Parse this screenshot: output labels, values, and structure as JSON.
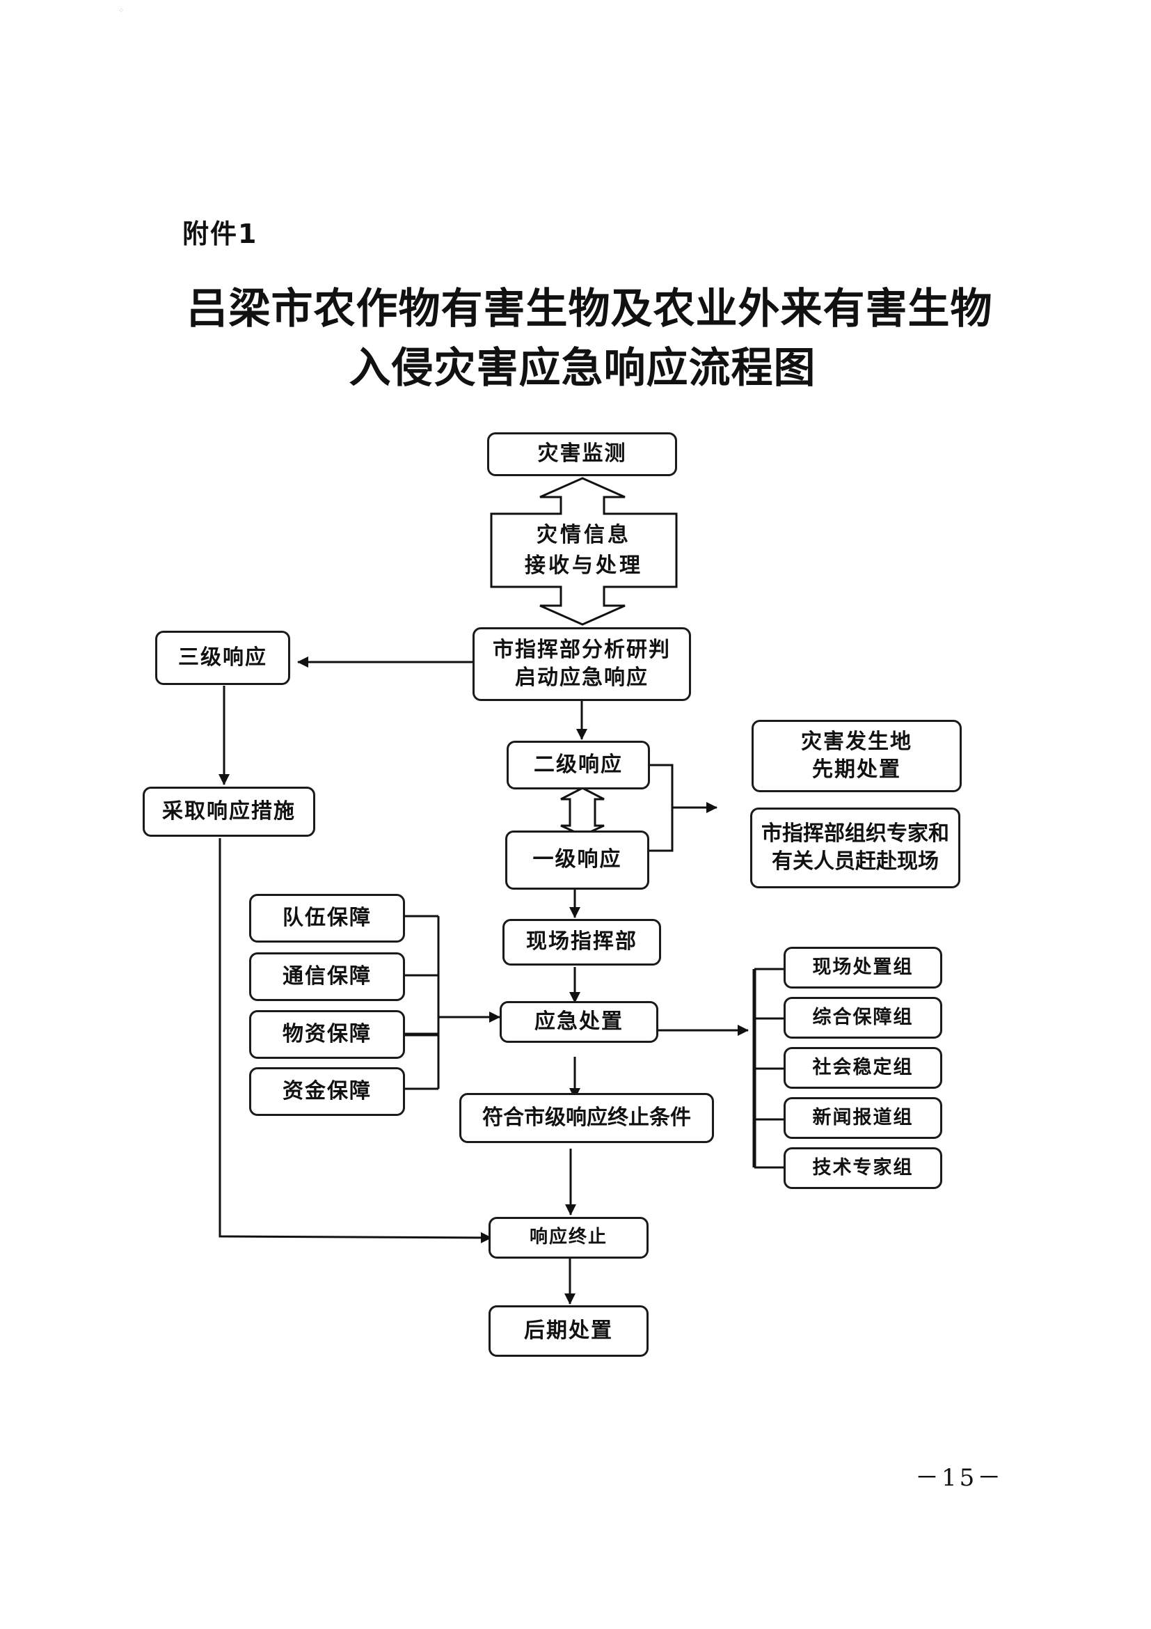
{
  "document": {
    "attachment_label": "附件1",
    "title_line1": "吕梁市农作物有害生物及农业外来有害生物",
    "title_line2": "入侵灾害应急响应流程图",
    "page_number": "－15－"
  },
  "flowchart": {
    "nodes": {
      "monitoring": {
        "label": "灾害监测"
      },
      "info_processing": {
        "line1": "灾情信息",
        "line2": "接收与处理"
      },
      "command_analysis": {
        "line1": "市指挥部分析研判",
        "line2": "启动应急响应"
      },
      "level3": {
        "label": "三级响应"
      },
      "take_measures": {
        "label": "采取响应措施"
      },
      "level2": {
        "label": "二级响应"
      },
      "level1": {
        "label": "一级响应"
      },
      "initial_handling": {
        "line1": "灾害发生地",
        "line2": "先期处置"
      },
      "experts_to_site": {
        "line1": "市指挥部组织专家和",
        "line2": "有关人员赶赴现场"
      },
      "onsite_command": {
        "label": "现场指挥部"
      },
      "emergency_handling": {
        "label": "应急处置"
      },
      "termination_conditions": {
        "label": "符合市级响应终止条件"
      },
      "response_end": {
        "label": "响应终止"
      },
      "aftermath": {
        "label": "后期处置"
      }
    },
    "support_items": [
      {
        "label": "队伍保障"
      },
      {
        "label": "通信保障"
      },
      {
        "label": "物资保障"
      },
      {
        "label": "资金保障"
      }
    ],
    "working_groups": [
      {
        "label": "现场处置组"
      },
      {
        "label": "综合保障组"
      },
      {
        "label": "社会稳定组"
      },
      {
        "label": "新闻报道组"
      },
      {
        "label": "技术专家组"
      }
    ]
  }
}
